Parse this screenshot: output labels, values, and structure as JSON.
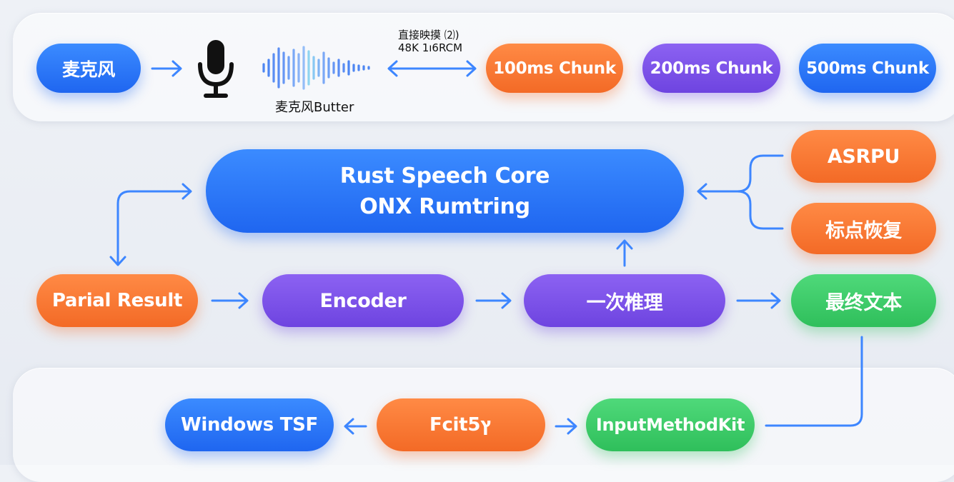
{
  "top_row": {
    "microphone_label": "麦克风",
    "buffer_label": "麦克风Butter",
    "mapping_label": "直接映摸 ⑵)",
    "format_label": "48K 1ı6RCM",
    "chunks": [
      "100ms Chunk",
      "200ms Chunk",
      "500ms Chunk"
    ]
  },
  "core": {
    "line1": "Rust Speech Core",
    "line2": "ONX Rumtring"
  },
  "side_modules": [
    "ASRPU",
    "标点恢复"
  ],
  "middle_row": {
    "partial": "Parial Result",
    "encoder": "Encoder",
    "inference": "一次椎理",
    "final": "最终文本"
  },
  "bottom_row": {
    "windows": "Windows TSF",
    "fcitx": "Fcitץ5",
    "imk": "InputMethodKit"
  },
  "colors": {
    "orange": "#f47a33",
    "blue": "#2a77f7",
    "purple": "#7b52e8",
    "green": "#39c866",
    "arrow": "#3d86ff"
  }
}
